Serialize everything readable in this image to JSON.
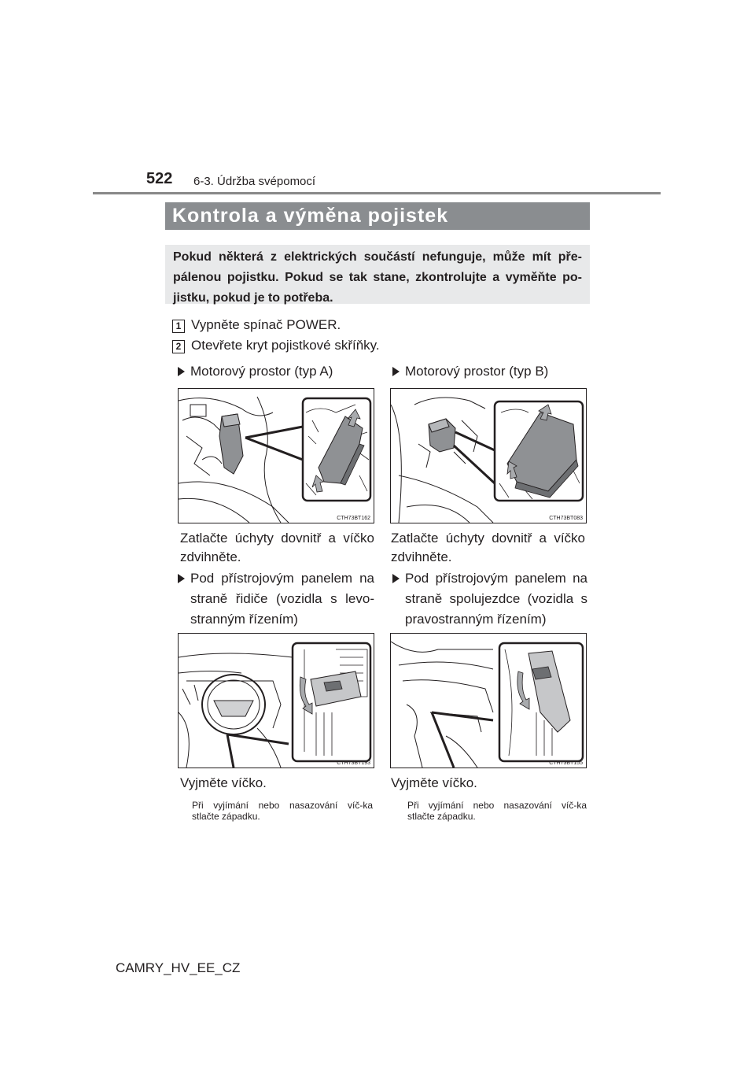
{
  "header": {
    "page_number": "522",
    "section": "6-3. Údržba svépomocí"
  },
  "title": "Kontrola a výměna pojistek",
  "intro": "Pokud některá z elektrických součástí nefunguje, může mít pře-pálenou pojistku. Pokud se tak stane, zkontrolujte a vyměňte po-jistku, pokud je to potřeba.",
  "steps": [
    {
      "number": "1",
      "text": "Vypněte spínač POWER."
    },
    {
      "number": "2",
      "text": "Otevřete kryt pojistkové skříňky."
    }
  ],
  "columns": [
    {
      "heading": "Motorový prostor (typ A)",
      "figure_code": "CTH73BT162",
      "instruction": "Zatlačte úchyty dovnitř a víčko zdvihněte.",
      "subheading": "Pod přístrojovým panelem na straně řidiče (vozidla s levo-stranným řízením)",
      "figure2_code": "CTH73BT193",
      "instruction2": "Vyjměte víčko.",
      "note": "Při vyjímání nebo nasazování víč-ka stlačte západku."
    },
    {
      "heading": "Motorový prostor (typ B)",
      "figure_code": "CTH73BT083",
      "instruction": "Zatlačte úchyty dovnitř a víčko zdvihněte.",
      "subheading": "Pod přístrojovým panelem na straně spolujezdce (vozidla s pravostranným řízením)",
      "figure2_code": "CTH73BT155",
      "instruction2": "Vyjměte víčko.",
      "note": "Při vyjímání nebo nasazování víč-ka stlačte západku."
    }
  ],
  "footer": {
    "model_code": "CAMRY_HV_EE_CZ"
  },
  "colors": {
    "title_bar": "#8a8d90",
    "intro_box": "#e8e9ea",
    "arrow": "#a8aaad"
  }
}
